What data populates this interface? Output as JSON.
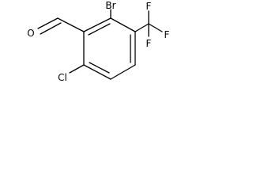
{
  "molecule": {
    "atom_labels": {
      "bromine": "Br",
      "oxygen": "O",
      "chlorine": "Cl",
      "fluorine_right": "F",
      "fluorine_top": "F",
      "fluorine_bottom": "F"
    },
    "colors": {
      "bond": "#000000",
      "label": "#000000",
      "background": "#ffffff"
    }
  }
}
